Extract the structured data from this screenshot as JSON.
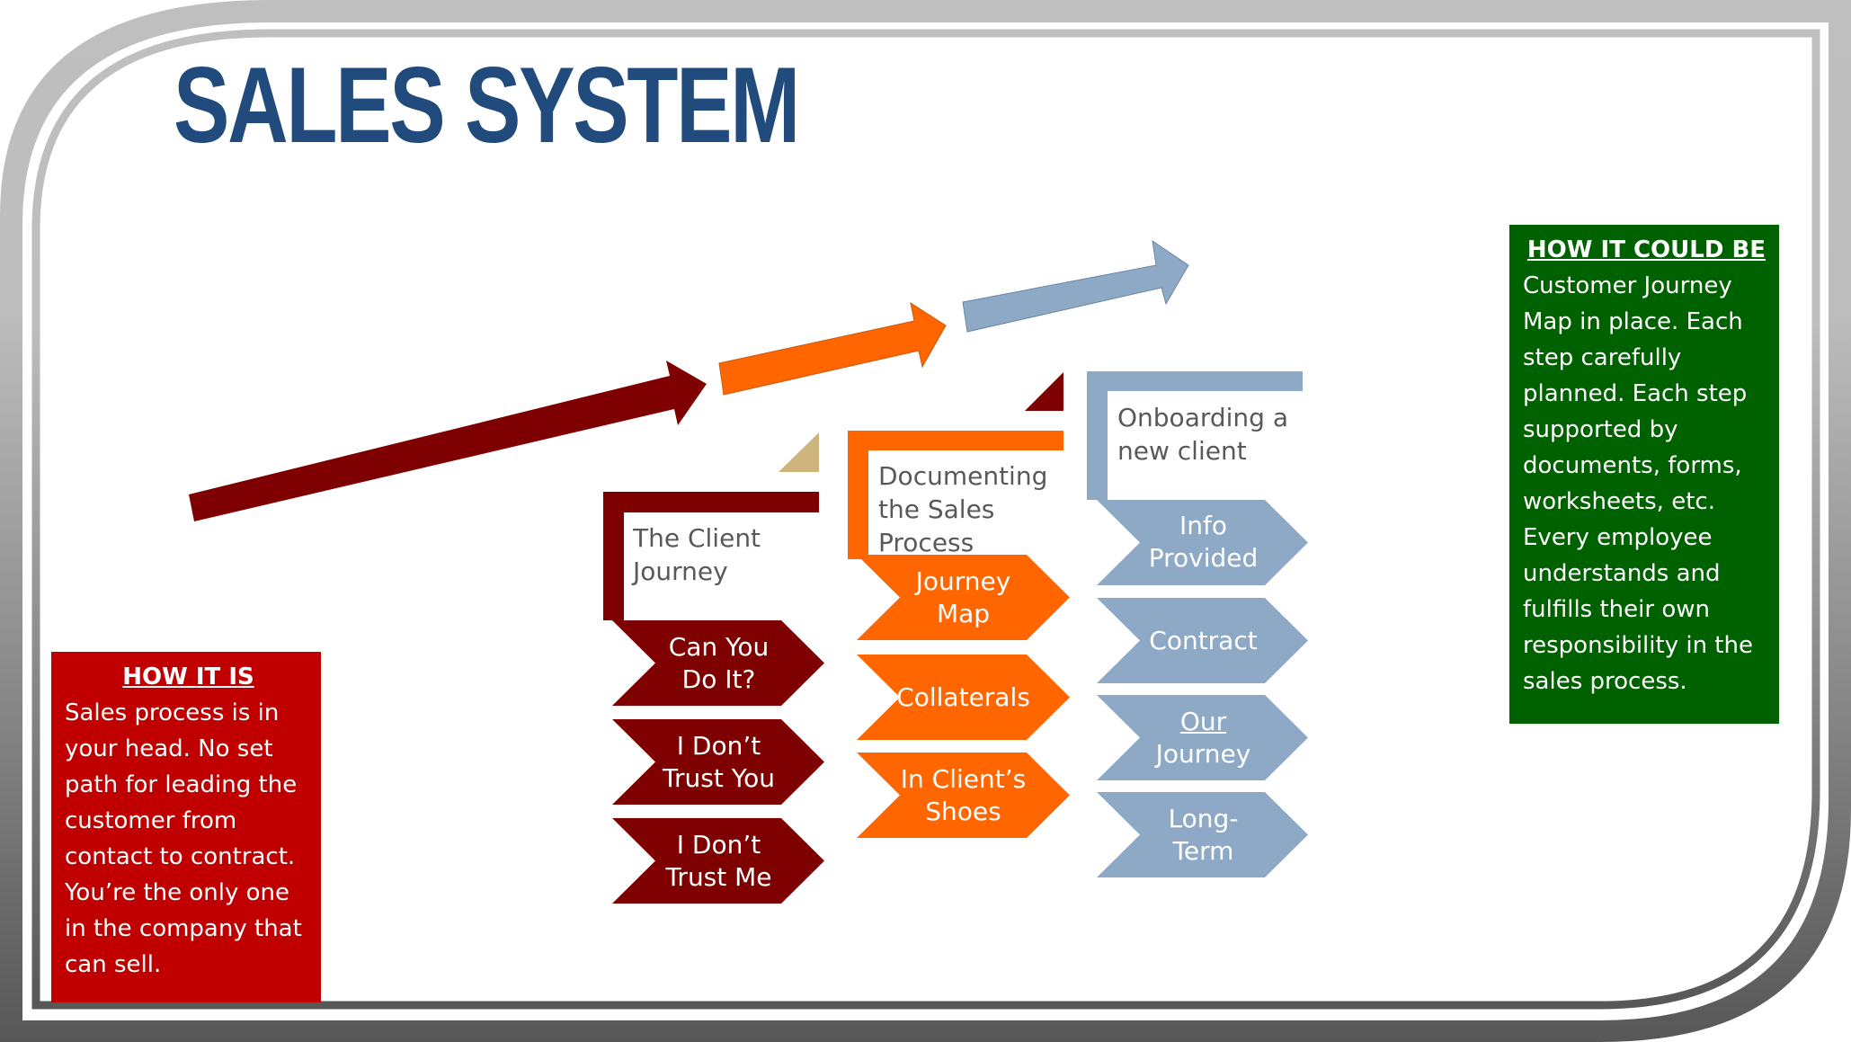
{
  "title": "SALES SYSTEM",
  "colors": {
    "title": "#214B7D",
    "how_it_is_bg": "#C00000",
    "how_it_could_be_bg": "#006100",
    "stage1": "#7F0000",
    "stage2": "#FF6600",
    "stage3": "#8EA9C5",
    "accent_tan": "#CDB57D"
  },
  "how_it_is": {
    "heading": "HOW IT IS",
    "body": "Sales process is in your head. No set path for leading the customer from contact to contract. You’re the only one in the company that can sell."
  },
  "how_it_could_be": {
    "heading": "HOW IT COULD BE",
    "body": "Customer Journey Map in place.  Each step carefully planned.  Each step supported by documents, forms, worksheets, etc. Every employee understands and fulfills their own responsibility in the sales process."
  },
  "stages": [
    {
      "title": "The Client\nJourney",
      "items": [
        "Can You\nDo It?",
        "I Don’t\nTrust You",
        "I Don’t\nTrust Me"
      ]
    },
    {
      "title": "Documenting\nthe Sales\nProcess",
      "items": [
        "Journey\nMap",
        "Collaterals",
        "In Client’s\nShoes"
      ]
    },
    {
      "title": "Onboarding a\nnew client",
      "items": [
        "Info\nProvided",
        "Contract",
        "Our",
        "Journey",
        "Long-\nTerm"
      ]
    }
  ]
}
